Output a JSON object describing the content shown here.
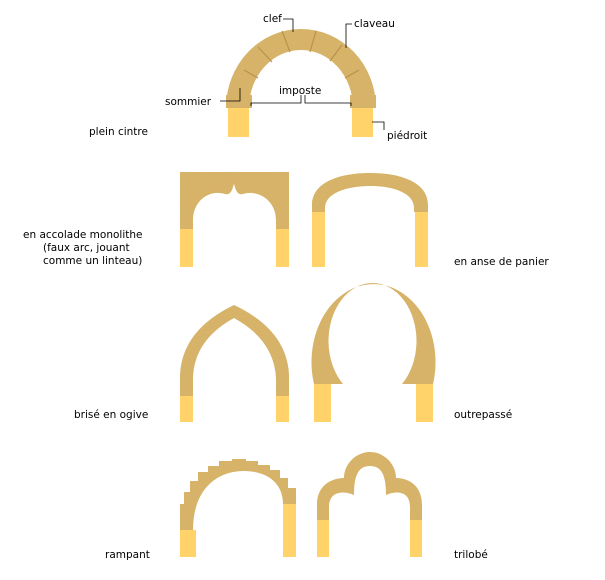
{
  "colors": {
    "stone": "#D9B468",
    "pier": "#FFD369",
    "stone_dark": "#B9924A",
    "stone_light": "#EBCB8A"
  },
  "parts": {
    "clef": "clef",
    "claveau": "claveau",
    "sommier": "sommier",
    "imposte": "imposte",
    "piedroit": "piédroit"
  },
  "arches": {
    "plein_cintre": "plein cintre",
    "accolade": [
      "en accolade monolithe",
      "(faux arc, jouant",
      "comme un linteau)"
    ],
    "anse_panier": "en anse de panier",
    "ogive": "brisé en ogive",
    "outrepasse": "outrepassé",
    "rampant": "rampant",
    "trilobe": "trilobé"
  }
}
